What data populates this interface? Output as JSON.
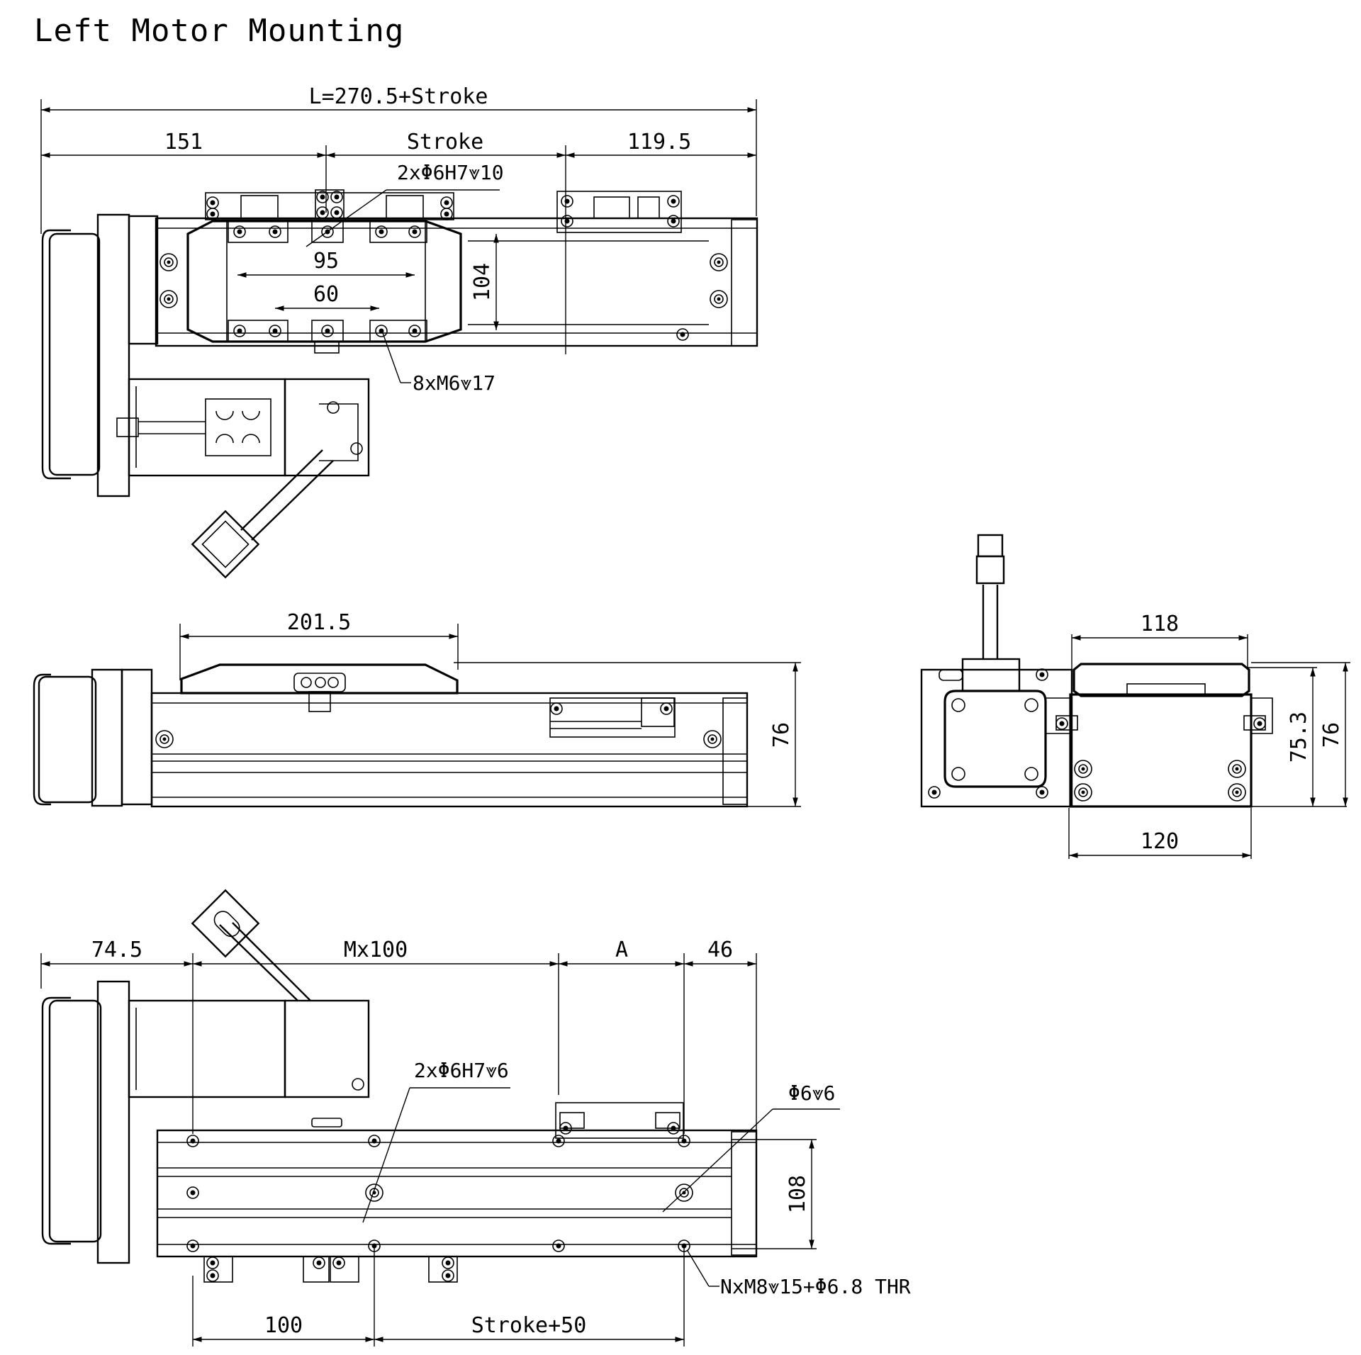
{
  "title": "Left Motor Mounting",
  "top_view": {
    "overall_length": "L=270.5+Stroke",
    "seg_left": "151",
    "seg_stroke": "Stroke",
    "seg_right": "119.5",
    "pin_note": "2xΦ6H7⩔10",
    "carriage_outer": "95",
    "carriage_inner": "60",
    "height": "104",
    "thread_note": "8xM6⩔17"
  },
  "side_view": {
    "carriage_length": "201.5",
    "height": "76"
  },
  "end_view": {
    "top_width": "118",
    "bottom_width": "120",
    "inner_height": "75.3",
    "height": "76"
  },
  "bottom_view": {
    "seg_left": "74.5",
    "seg_mid": "Mx100",
    "seg_a": "A",
    "seg_right": "46",
    "pin_note": "2xΦ6H7⩔6",
    "hole_note": "Φ6⩔6",
    "height": "108",
    "thread_note": "NxM8⩔15+Φ6.8 THR",
    "bottom_left": "100",
    "bottom_right": "Stroke+50"
  }
}
